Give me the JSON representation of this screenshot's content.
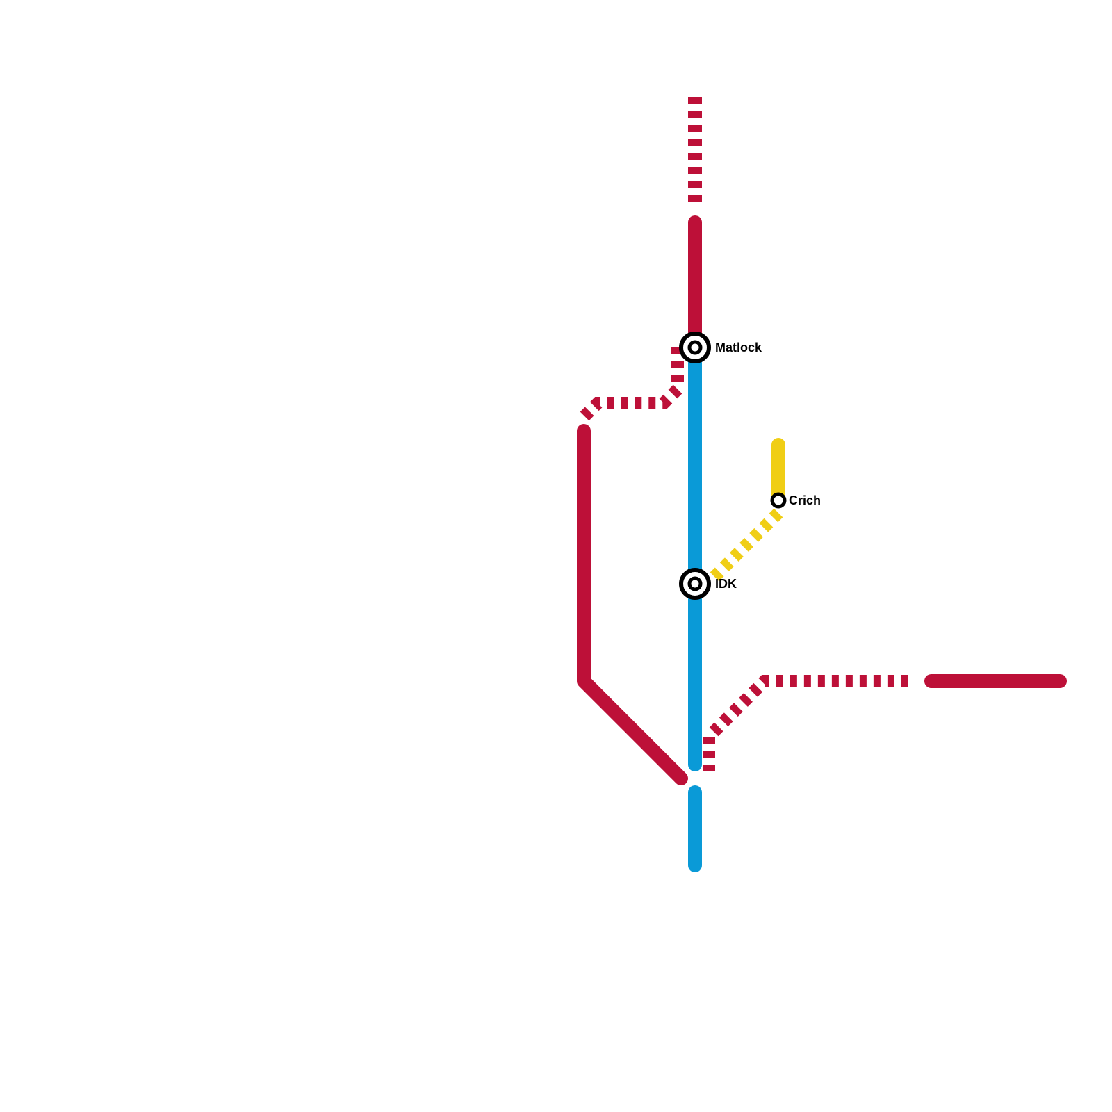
{
  "map": {
    "background": "#ffffff",
    "lines": [
      {
        "id": "red-line",
        "color": "#bd1038"
      },
      {
        "id": "blue-line",
        "color": "#0a9ad7"
      },
      {
        "id": "yellow-line",
        "color": "#f0ce15"
      }
    ],
    "stations": [
      {
        "id": "matlock",
        "label": "Matlock",
        "type": "interchange"
      },
      {
        "id": "idk",
        "label": "IDK",
        "type": "interchange"
      },
      {
        "id": "crich",
        "label": "Crich",
        "type": "stop"
      }
    ]
  }
}
